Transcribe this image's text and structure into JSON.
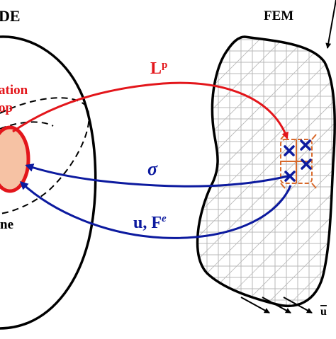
{
  "labels": {
    "left_title": "DE",
    "right_title": "FEM",
    "dislocation_line1": "ation",
    "dislocation_line2": "op",
    "plane": "ne",
    "Lp_main": "L",
    "Lp_sup": "p",
    "sigma": "σ",
    "uF_main": "u, F",
    "uF_sup": "e",
    "bottom_label": "u"
  },
  "colors": {
    "red": "#e3161b",
    "blue": "#0c1a9f",
    "orange": "#d9692a",
    "loop_fill": "#f6c2a4",
    "grid": "#b8b8b8",
    "black": "#000000"
  }
}
